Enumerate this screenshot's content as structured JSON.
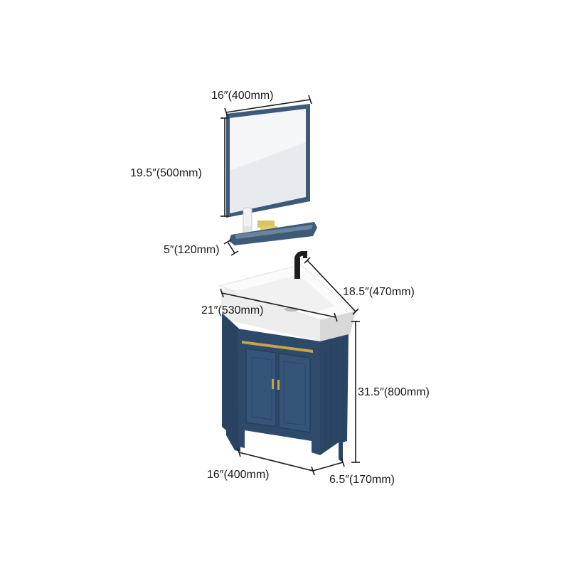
{
  "dimensions": {
    "mirror_width": "16″(400mm)",
    "mirror_height": "19.5″(500mm)",
    "shelf_depth": "5″(120mm)",
    "sink_side": "18.5″(470mm)",
    "sink_front": "21″(530mm)",
    "cabinet_height": "31.5″(800mm)",
    "cabinet_side": "16″(400mm)",
    "cabinet_face": "6.5″(170mm)"
  },
  "colors": {
    "cabinet": "#2e4a6b",
    "frame": "#3d5a78",
    "basin": "#f7f7f7",
    "handle": "#c9a24a",
    "dimension_line": "#1a1a1a"
  }
}
